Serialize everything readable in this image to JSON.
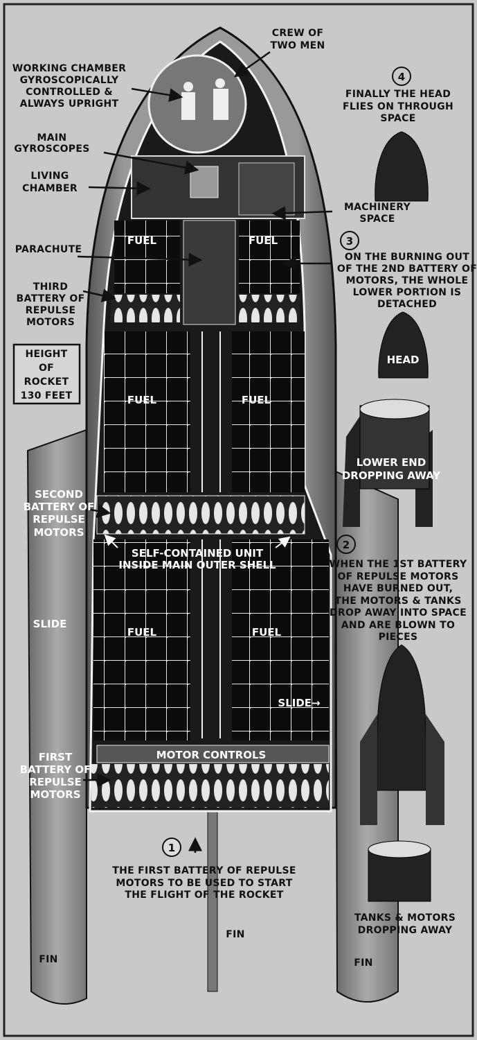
{
  "labels": {
    "working_chamber": [
      "WORKING CHAMBER",
      "GYROSCOPICALLY",
      "CONTROLLED &",
      "ALWAYS UPRIGHT"
    ],
    "crew": [
      "CREW OF",
      "TWO MEN"
    ],
    "main_gyroscopes": [
      "MAIN",
      "GYROSCOPES"
    ],
    "living_chamber": [
      "LIVING",
      "CHAMBER"
    ],
    "machinery_space": [
      "MACHINERY",
      "SPACE"
    ],
    "parachute": "PARACHUTE",
    "third_battery": [
      "THIRD",
      "BATTERY OF",
      "REPULSE",
      "MOTORS"
    ],
    "height": [
      "HEIGHT",
      "OF",
      "ROCKET",
      "130 FEET"
    ],
    "second_battery": [
      "SECOND",
      "BATTERY OF",
      "REPULSE",
      "MOTORS"
    ],
    "self_contained": [
      "SELF-CONTAINED UNIT",
      "INSIDE MAIN OUTER SHELL"
    ],
    "slide": "SLIDE",
    "slide_right": "SLIDE→",
    "motor_controls": "MOTOR CONTROLS",
    "first_battery": [
      "FIRST",
      "BATTERY OF",
      "REPULSE",
      "MOTORS"
    ],
    "fuel": "FUEL",
    "fin": "FIN",
    "head": "HEAD",
    "lower_end": [
      "LOWER END",
      "DROPPING AWAY"
    ],
    "tanks_motors": [
      "TANKS & MOTORS",
      "DROPPING AWAY"
    ]
  },
  "steps": [
    {
      "number": "1",
      "lines": [
        "THE FIRST BATTERY OF REPULSE",
        "MOTORS TO BE USED TO START",
        "THE FLIGHT OF THE ROCKET"
      ]
    },
    {
      "number": "2",
      "lines": [
        "WHEN THE 1ST BATTERY",
        "OF REPULSE MOTORS",
        "HAVE BURNED OUT,",
        "THE MOTORS & TANKS",
        "DROP AWAY INTO SPACE",
        "AND ARE BLOWN TO",
        "PIECES"
      ]
    },
    {
      "number": "3",
      "lines": [
        "ON THE BURNING OUT",
        "OF THE 2ND BATTERY OF",
        "MOTORS, THE WHOLE",
        "LOWER PORTION IS",
        "DETACHED"
      ]
    },
    {
      "number": "4",
      "lines": [
        "FINALLY THE HEAD",
        "FLIES ON THROUGH",
        "SPACE"
      ]
    }
  ],
  "colors": {
    "paper": "#c9c9c9",
    "ink": "#111111",
    "shell": "#6a6a6a"
  }
}
